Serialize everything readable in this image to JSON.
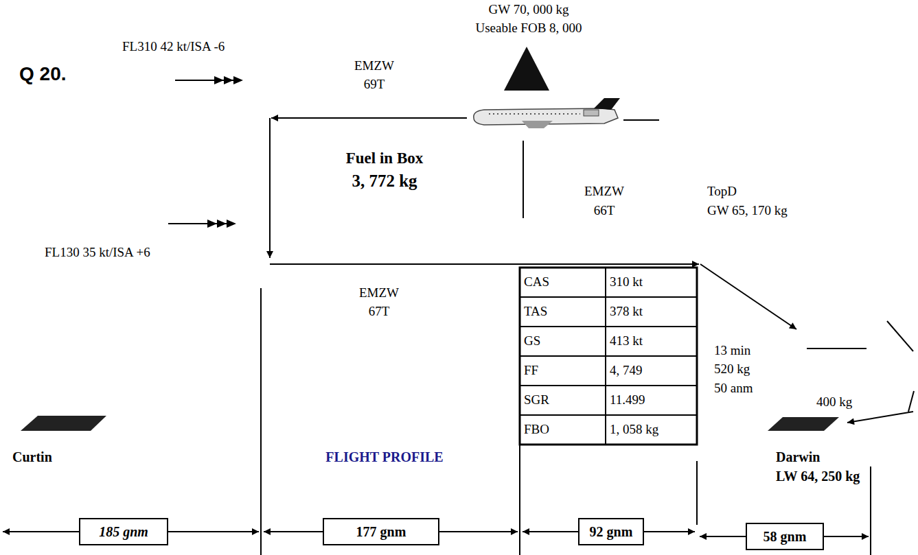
{
  "diagram": {
    "title": "Q 20.",
    "nodes": [
      {
        "text": [
          "185 gnm"
        ]
      },
      {
        "text": [
          "177 gnm"
        ]
      },
      {
        "text": [
          "92 gnm"
        ]
      },
      {
        "text": [
          "58 gnm"
        ]
      }
    ],
    "labels": [
      "FL310 42 kt/ISA -6",
      "GW 70, 000 kg",
      "Useable FOB 8, 000",
      "EMZW",
      "69T",
      "Fuel in Box",
      "3, 772 kg",
      "EMZW",
      "66T",
      "TopD",
      "GW 65, 170 kg",
      "FL130 35 kt/ISA +6",
      "EMZW",
      "67T",
      "CAS",
      "310 kt",
      "TAS",
      "378 kt",
      "GS",
      "413 kt",
      "FF",
      "4, 749",
      "SGR",
      "11.499",
      "FBO",
      "1, 058 kg",
      "13 min",
      "520 kg",
      "50 anm",
      "400 kg",
      "Curtin",
      "FLIGHT PROFILE",
      "Darwin",
      "LW 64, 250 kg"
    ]
  }
}
